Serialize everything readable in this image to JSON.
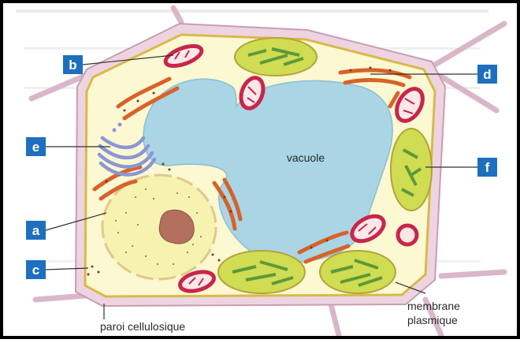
{
  "diagram": {
    "labels": {
      "vacuole": "vacuole",
      "wall": "paroi cellulosique",
      "membrane_line1": "membrane",
      "membrane_line2": "plasmique"
    },
    "callouts": [
      {
        "letter": "b"
      },
      {
        "letter": "d"
      },
      {
        "letter": "e"
      },
      {
        "letter": "f"
      },
      {
        "letter": "a"
      },
      {
        "letter": "c"
      }
    ],
    "colors": {
      "badge": "#1f6fbf",
      "cell_wall": "#e6c7d7",
      "cytoplasm": "#fbf8d2",
      "vacuole": "#a8d6e6",
      "nucleus": "#f4f2a8",
      "nucleolus": "#b06e5e",
      "mitochondria": "#c8264a",
      "chloroplast": "#c7d640",
      "reticulum": "#d8622a",
      "golgi": "#8b96d4",
      "frame": "#000000"
    }
  }
}
